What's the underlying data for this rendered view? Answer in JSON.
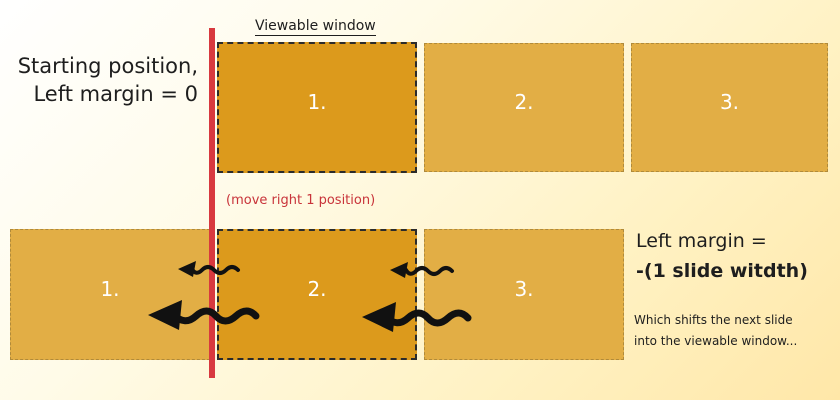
{
  "window_label": "Viewable window",
  "start_label_line1": "Starting position,",
  "start_label_line2": "Left margin = 0",
  "move_label": "(move right 1 position)",
  "result_label_line1": "Left margin =",
  "result_label_line2": "-(1 slide witdth)",
  "note_line1": "Which shifts the next slide",
  "note_line2": "into the viewable  window...",
  "top_row": {
    "slide1": "1.",
    "slide2": "2.",
    "slide3": "3."
  },
  "bottom_row": {
    "slide1": "1.",
    "slide2": "2.",
    "slide3": "3."
  },
  "colors": {
    "active_slide": "#dc9a1c",
    "inactive_slide": "#e2ae45",
    "marker_line": "#d8393f",
    "move_label": "#c8333a"
  }
}
